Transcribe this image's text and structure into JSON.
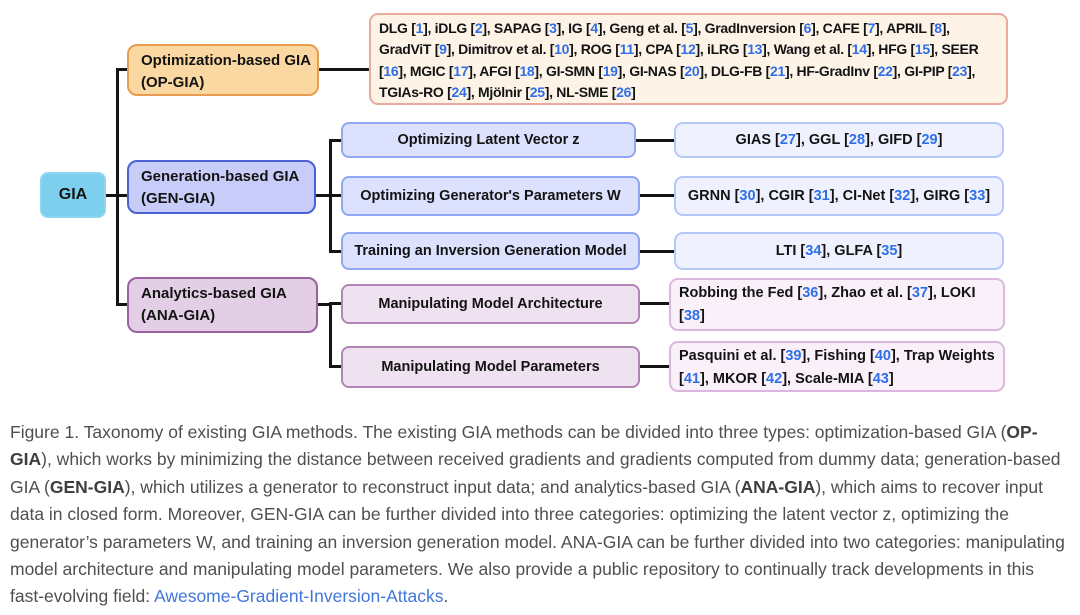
{
  "figure": {
    "root": {
      "label": "GIA"
    },
    "branches": [
      {
        "id": "op-gia",
        "label_line1": "Optimization-based GIA",
        "label_line2": "(OP-GIA)",
        "citations": {
          "items": [
            {
              "name": "DLG",
              "ref": "1"
            },
            {
              "name": "iDLG",
              "ref": "2"
            },
            {
              "name": "SAPAG",
              "ref": "3"
            },
            {
              "name": "IG",
              "ref": "4"
            },
            {
              "name": "Geng et al.",
              "ref": "5"
            },
            {
              "name": "GradInversion",
              "ref": "6"
            },
            {
              "name": "CAFE",
              "ref": "7"
            },
            {
              "name": "APRIL",
              "ref": "8"
            },
            {
              "name": "GradViT",
              "ref": "9"
            },
            {
              "name": "Dimitrov et al.",
              "ref": "10"
            },
            {
              "name": "ROG",
              "ref": "11"
            },
            {
              "name": "CPA",
              "ref": "12"
            },
            {
              "name": "iLRG",
              "ref": "13"
            },
            {
              "name": "Wang et al.",
              "ref": "14"
            },
            {
              "name": "HFG",
              "ref": "15"
            },
            {
              "name": "SEER",
              "ref": "16"
            },
            {
              "name": "MGIC",
              "ref": "17"
            },
            {
              "name": "AFGI",
              "ref": "18"
            },
            {
              "name": "GI-SMN",
              "ref": "19"
            },
            {
              "name": "GI-NAS",
              "ref": "20"
            },
            {
              "name": "DLG-FB",
              "ref": "21"
            },
            {
              "name": "HF-GradInv",
              "ref": "22"
            },
            {
              "name": "GI-PIP",
              "ref": "23"
            },
            {
              "name": "TGIAs-RO",
              "ref": "24"
            },
            {
              "name": "Mjölnir",
              "ref": "25"
            },
            {
              "name": "NL-SME",
              "ref": "26"
            }
          ]
        }
      },
      {
        "id": "gen-gia",
        "label_line1": "Generation-based GIA",
        "label_line2": "(GEN-GIA)",
        "children": [
          {
            "label": "Optimizing Latent Vector z",
            "citations": {
              "items": [
                {
                  "name": "GIAS",
                  "ref": "27"
                },
                {
                  "name": "GGL",
                  "ref": "28"
                },
                {
                  "name": "GIFD",
                  "ref": "29"
                }
              ]
            }
          },
          {
            "label": "Optimizing Generator's Parameters W",
            "citations": {
              "items": [
                {
                  "name": "GRNN",
                  "ref": "30"
                },
                {
                  "name": "CGIR",
                  "ref": "31"
                },
                {
                  "name": "CI-Net",
                  "ref": "32"
                },
                {
                  "name": "GIRG",
                  "ref": "33"
                }
              ]
            }
          },
          {
            "label": "Training an Inversion Generation Model",
            "citations": {
              "items": [
                {
                  "name": "LTI",
                  "ref": "34"
                },
                {
                  "name": "GLFA",
                  "ref": "35"
                }
              ]
            }
          }
        ]
      },
      {
        "id": "ana-gia",
        "label_line1": "Analytics-based GIA",
        "label_line2": "(ANA-GIA)",
        "children": [
          {
            "label": "Manipulating Model Architecture",
            "citations": {
              "items": [
                {
                  "name": "Robbing the Fed",
                  "ref": "36"
                },
                {
                  "name": "Zhao et al.",
                  "ref": "37"
                },
                {
                  "name": "LOKI",
                  "ref": "38"
                }
              ]
            }
          },
          {
            "label": "Manipulating Model Parameters",
            "citations": {
              "items": [
                {
                  "name": "Pasquini et al.",
                  "ref": "39"
                },
                {
                  "name": "Fishing",
                  "ref": "40"
                },
                {
                  "name": "Trap Weights",
                  "ref": "41"
                },
                {
                  "name": "MKOR",
                  "ref": "42"
                },
                {
                  "name": "Scale-MIA",
                  "ref": "43"
                }
              ]
            }
          }
        ]
      }
    ]
  },
  "caption": {
    "segments": [
      {
        "style": "plain",
        "text": "Figure 1. Taxonomy of existing GIA methods. The existing GIA methods can be divided into three types: optimization-based GIA ("
      },
      {
        "style": "bold",
        "text": "OP-GIA"
      },
      {
        "style": "plain",
        "text": "), which works by minimizing the distance between received gradients and gradients computed from dummy data; generation-based GIA ("
      },
      {
        "style": "bold",
        "text": "GEN-GIA"
      },
      {
        "style": "plain",
        "text": "), which utilizes a generator to reconstruct input data; and analytics-based GIA ("
      },
      {
        "style": "bold",
        "text": "ANA-GIA"
      },
      {
        "style": "plain",
        "text": "), which aims to recover input data in closed form. Moreover, GEN-GIA can be further divided into three categories: optimizing the latent vector z, optimizing the generator’s parameters W, and training an inversion generation model. ANA-GIA can be further divided into two categories: manipulating model architecture and manipulating model parameters. We also provide a public repository to continually track developments in this fast-evolving field: "
      },
      {
        "style": "link",
        "text": "Awesome-Gradient-Inversion-Attacks"
      },
      {
        "style": "plain",
        "text": "."
      }
    ]
  },
  "colors": {
    "root_fill": "#7dcfee",
    "op_fill": "#fbd7a2",
    "op_border": "#e89c50",
    "op_cite_fill": "#fdf3e7",
    "op_cite_border": "#ebaa9e",
    "gen_fill": "#c7ccf9",
    "gen_border": "#4d5fd5",
    "gen_sub_fill": "#dce1fd",
    "gen_sub_border": "#92a6f3",
    "gen_cite_fill": "#eff2fe",
    "gen_cite_border": "#b6c8f8",
    "ana_fill": "#e2cee5",
    "ana_border": "#9c61a2",
    "ana_sub_fill": "#efe2f0",
    "ana_sub_border": "#b285b7",
    "ana_cite_fill": "#f9f0f9",
    "ana_cite_border": "#dcb6dd",
    "citation_ref_blue": "#2e6fe8",
    "link_blue": "#4076d8",
    "caption_gray": "#4f4f4f",
    "connector_black": "#141414"
  }
}
